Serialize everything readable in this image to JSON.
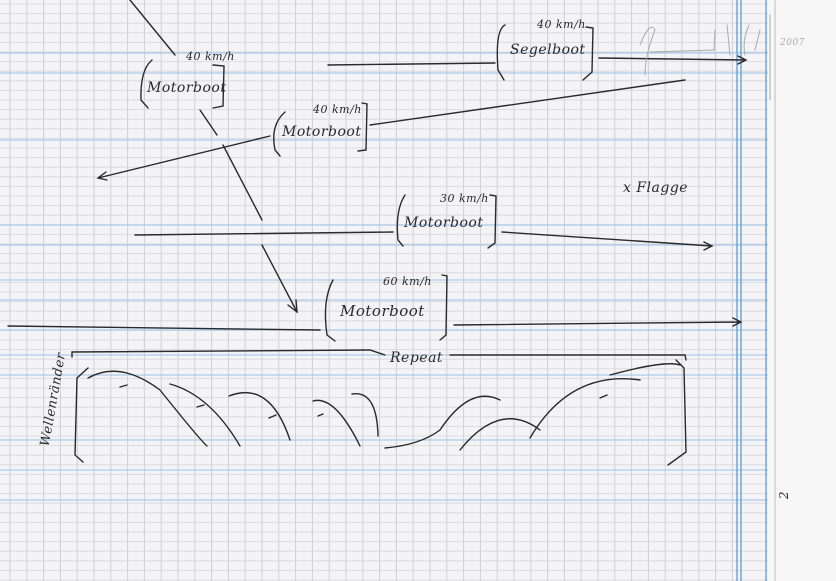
{
  "sketch": {
    "boats": [
      {
        "speed": "40 km/h",
        "label": "Motorboot"
      },
      {
        "speed": "40 km/h",
        "label": "Segelboot"
      },
      {
        "speed": "40 km/h",
        "label": "Motorboot"
      },
      {
        "speed": "30 km/h",
        "label": "Motorboot"
      },
      {
        "speed": "60 km/h",
        "label": "Motorboot"
      }
    ],
    "flag_label": "x Flagge",
    "repeat_label": "Repeat",
    "waves_label": "Wellenränder",
    "margin_note": "2007",
    "page_number": "2"
  },
  "colors": {
    "ink": "#2a2a2a",
    "grid": "#c9c9cf",
    "blue_rule": "#8fb6e0",
    "paper": "#f4f4f7"
  }
}
